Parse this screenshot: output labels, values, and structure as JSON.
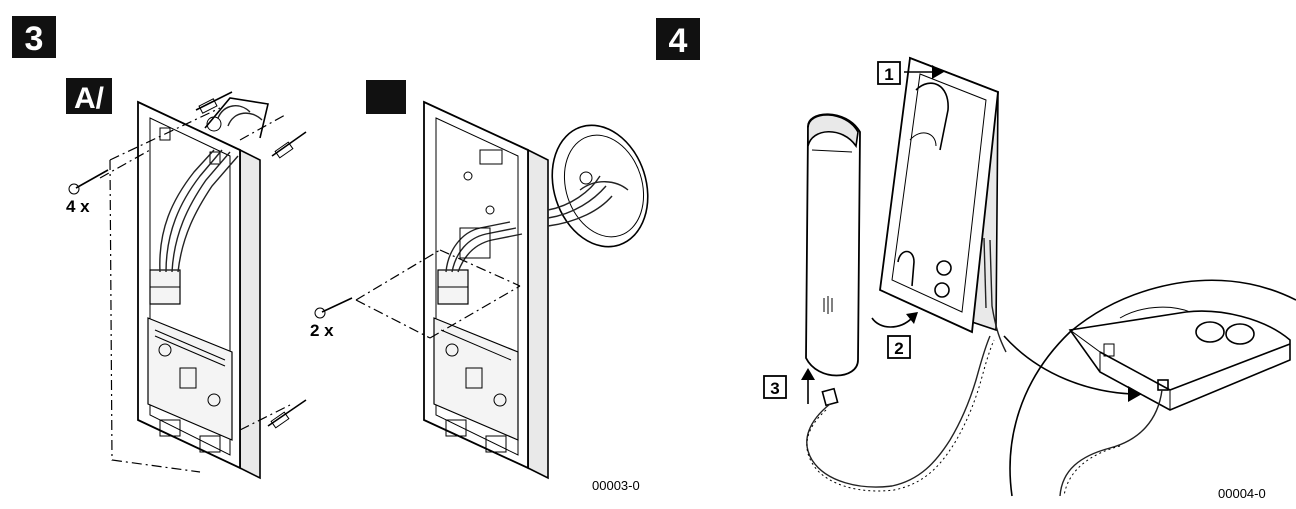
{
  "steps": {
    "step3": {
      "label": "3"
    },
    "step4": {
      "label": "4"
    }
  },
  "step3": {
    "variant_a": {
      "label": "A/"
    },
    "variant_b": {
      "label": ""
    },
    "screws_a": "4 x",
    "screws_b": "2 x",
    "figure_code": "00003-0"
  },
  "step4": {
    "callouts": [
      "1",
      "2",
      "3"
    ],
    "figure_code": "00004-0"
  },
  "colors": {
    "ink": "#000000",
    "badge_bg": "#111111",
    "badge_text": "#ffffff",
    "paper": "#ffffff"
  }
}
